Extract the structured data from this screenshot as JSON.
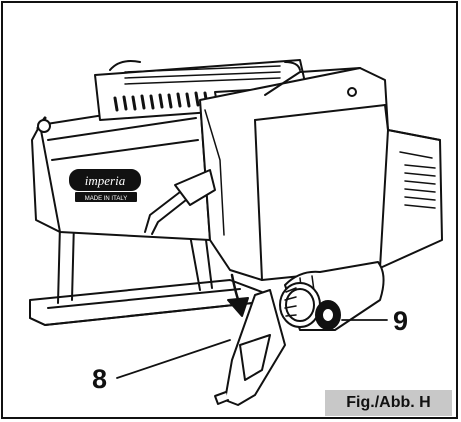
{
  "figure": {
    "label": "Fig./Abb. H",
    "brand_text": "imperia",
    "brand_subtext": "MADE IN ITALY"
  },
  "callouts": [
    {
      "number": "8",
      "part": "lower-crank-handle"
    },
    {
      "number": "9",
      "part": "clamp-knob"
    }
  ],
  "colors": {
    "ink": "#111111",
    "label_background": "#c8c8c8",
    "paper": "#ffffff"
  }
}
